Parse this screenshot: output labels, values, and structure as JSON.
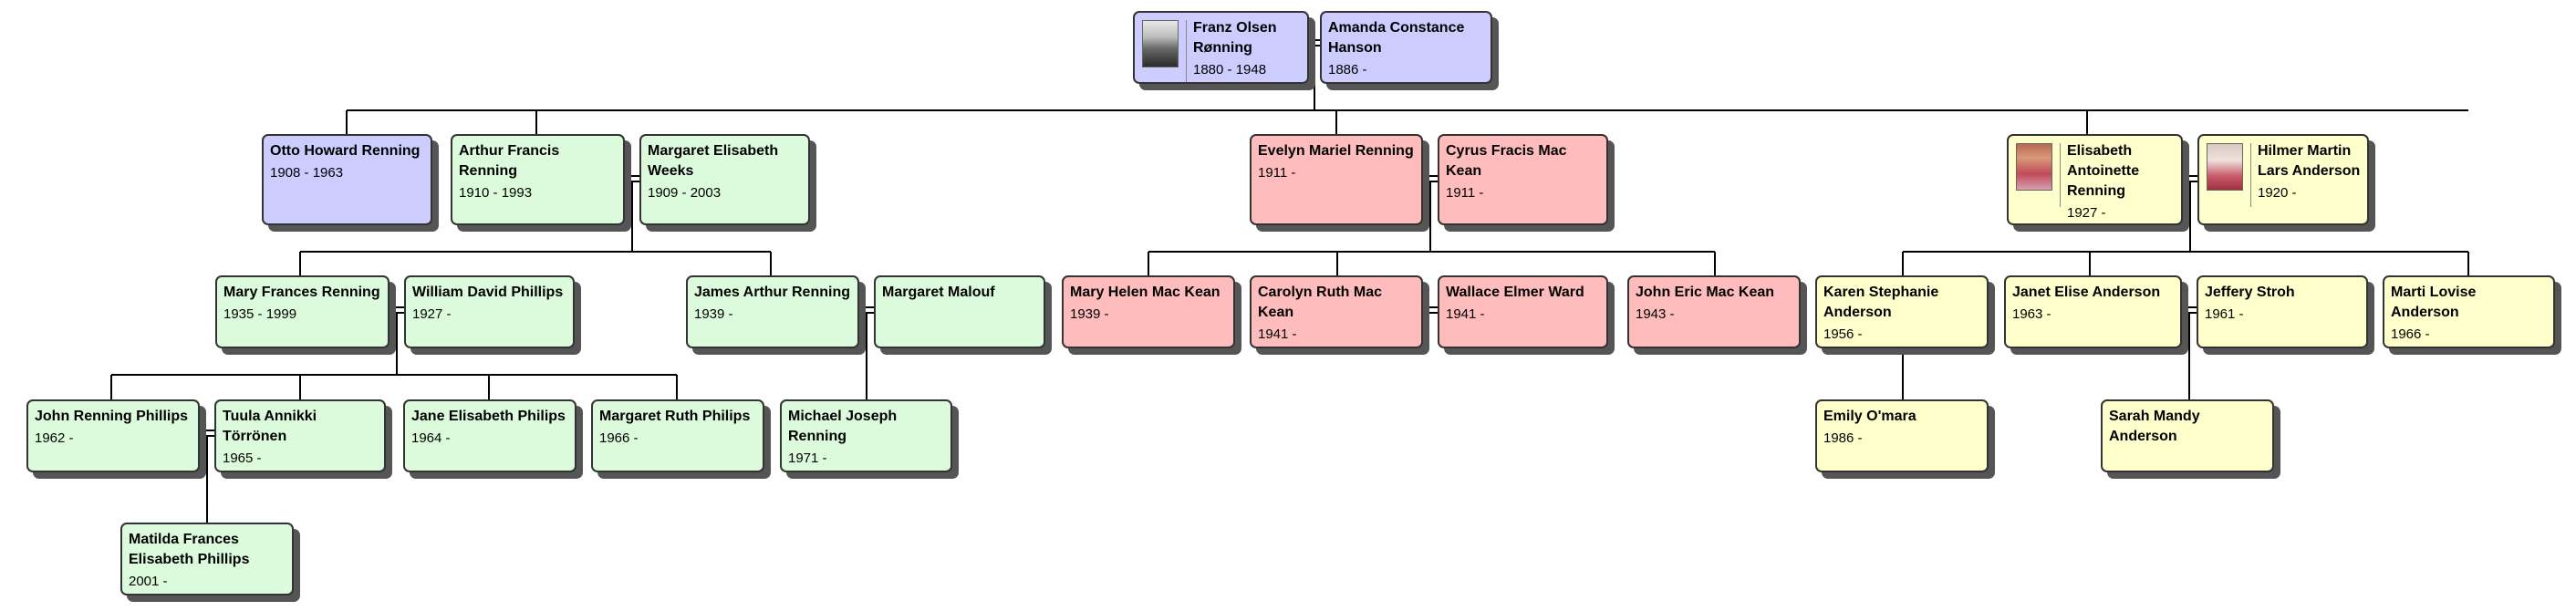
{
  "colors": {
    "blue": "#ccccff",
    "green": "#dcfbdc",
    "red": "#ffbcbc",
    "yellow": "#ffffcc",
    "line": "#000000"
  },
  "people": {
    "franz": {
      "name": "Franz Olsen Rønning",
      "dates": "1880 - 1948",
      "photo": "portrait-photo"
    },
    "amanda": {
      "name": "Amanda Constance Hanson",
      "dates": "1886 -"
    },
    "otto": {
      "name": "Otto Howard Renning",
      "dates": "1908 - 1963"
    },
    "arthur": {
      "name": "Arthur Francis Renning",
      "dates": "1910 - 1993"
    },
    "margaretw": {
      "name": "Margaret Elisabeth Weeks",
      "dates": "1909 - 2003"
    },
    "evelyn": {
      "name": "Evelyn Mariel Renning",
      "dates": "1911 -"
    },
    "cyrus": {
      "name": "Cyrus Fracis Mac Kean",
      "dates": "1911 -"
    },
    "elisabeth": {
      "name": "Elisabeth Antoinette Renning",
      "dates": "1927 -",
      "photo": "portrait-photo"
    },
    "hilmer": {
      "name": "Hilmer Martin Lars Anderson",
      "dates": "1920 -",
      "photo": "portrait-photo"
    },
    "maryf": {
      "name": "Mary Frances Renning",
      "dates": "1935 - 1999"
    },
    "william": {
      "name": "William David Phillips",
      "dates": "1927 -"
    },
    "james": {
      "name": "James Arthur Renning",
      "dates": "1939 -"
    },
    "malouf": {
      "name": "Margaret Malouf",
      "dates": ""
    },
    "maryh": {
      "name": "Mary Helen Mac Kean",
      "dates": "1939 -"
    },
    "carolyn": {
      "name": "Carolyn Ruth Mac Kean",
      "dates": "1941 -"
    },
    "wallace": {
      "name": "Wallace Elmer Ward",
      "dates": "1941 -"
    },
    "johne": {
      "name": "John Eric Mac Kean",
      "dates": "1943 -"
    },
    "karen": {
      "name": "Karen Stephanie Anderson",
      "dates": "1956 -"
    },
    "janet": {
      "name": "Janet Elise Anderson",
      "dates": "1963 -"
    },
    "jeffery": {
      "name": "Jeffery Stroh",
      "dates": "1961 -"
    },
    "marti": {
      "name": "Marti Lovise Anderson",
      "dates": "1966 -"
    },
    "johnr": {
      "name": "John Renning Phillips",
      "dates": "1962 -"
    },
    "tuula": {
      "name": "Tuula Annikki Törrönen",
      "dates": "1965 -"
    },
    "jane": {
      "name": "Jane Elisabeth Philips",
      "dates": "1964 -"
    },
    "margaretr": {
      "name": "Margaret Ruth Philips",
      "dates": "1966 -"
    },
    "michael": {
      "name": "Michael Joseph Renning",
      "dates": "1971 -"
    },
    "emily": {
      "name": "Emily O'mara",
      "dates": "1986 -"
    },
    "sarah": {
      "name": "Sarah Mandy Anderson",
      "dates": ""
    },
    "matilda": {
      "name": "Matilda Frances Elisabeth Phillips",
      "dates": "2001 -"
    }
  }
}
